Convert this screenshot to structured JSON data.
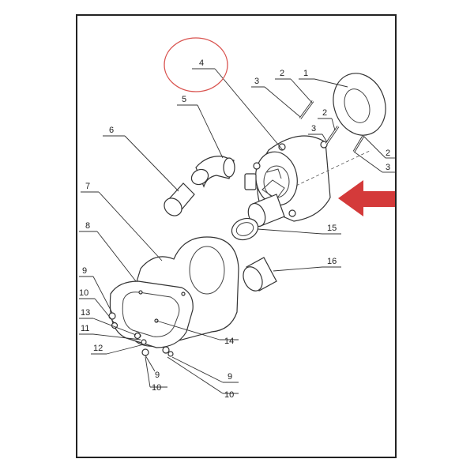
{
  "diagram": {
    "highlight_color": "#d9534f",
    "arrow_color": "#d43a3a",
    "arrow_icon": "arrow-left-icon",
    "callouts": [
      {
        "id": "c4",
        "text": "4"
      },
      {
        "id": "c5",
        "text": "5"
      },
      {
        "id": "c6",
        "text": "6"
      },
      {
        "id": "c7",
        "text": "7"
      },
      {
        "id": "c8",
        "text": "8"
      },
      {
        "id": "c3a",
        "text": "3"
      },
      {
        "id": "c2a",
        "text": "2"
      },
      {
        "id": "c1",
        "text": "1"
      },
      {
        "id": "c2b",
        "text": "2"
      },
      {
        "id": "c3b",
        "text": "3"
      },
      {
        "id": "c2c",
        "text": "2"
      },
      {
        "id": "c3c",
        "text": "3"
      },
      {
        "id": "c15",
        "text": "15"
      },
      {
        "id": "c16",
        "text": "16"
      },
      {
        "id": "c14",
        "text": "14"
      },
      {
        "id": "c9a",
        "text": "9"
      },
      {
        "id": "c10a",
        "text": "10"
      },
      {
        "id": "c13",
        "text": "13"
      },
      {
        "id": "c11",
        "text": "11"
      },
      {
        "id": "c12",
        "text": "12"
      },
      {
        "id": "c9b",
        "text": "9"
      },
      {
        "id": "c10b",
        "text": "10"
      },
      {
        "id": "c9c",
        "text": "9"
      },
      {
        "id": "c10c",
        "text": "10"
      }
    ]
  }
}
